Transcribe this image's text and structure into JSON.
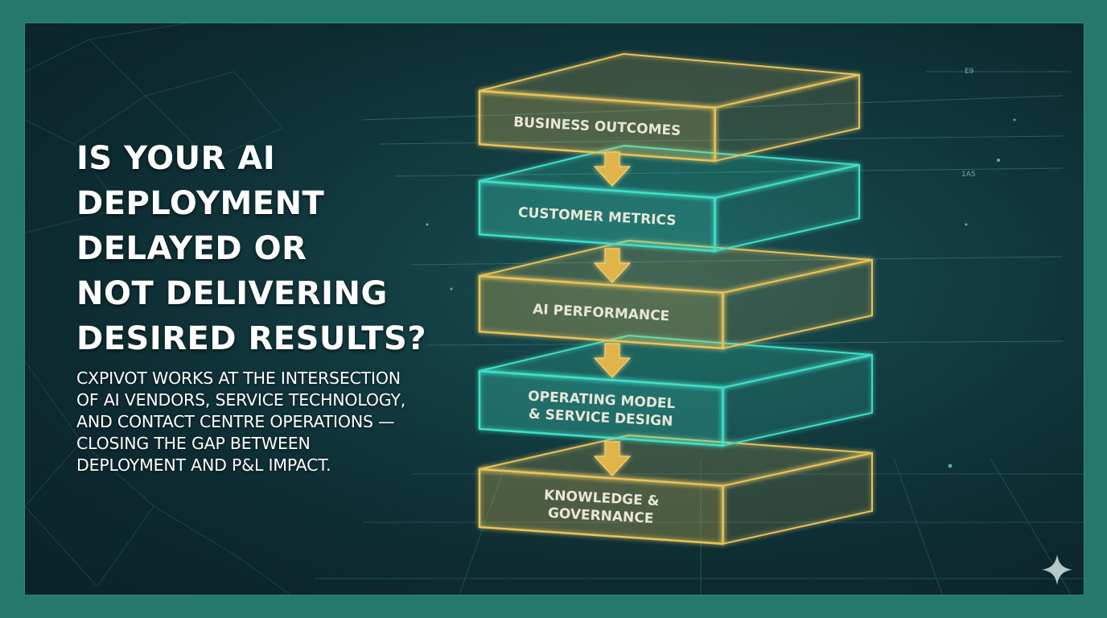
{
  "headline": "IS YOUR AI DEPLOYMENT DELAYED OR NOT DELIVERING DESIRED RESULTS?",
  "headline_lines": [
    "IS YOUR AI",
    "DEPLOYMENT",
    "DELAYED OR",
    "NOT DELIVERING",
    "DESIRED RESULTS?"
  ],
  "subtext_lines": [
    "CXPIVOT WORKS AT THE INTERSECTION",
    "OF AI VENDORS, SERVICE TECHNOLOGY,",
    "AND CONTACT CENTRE OPERATIONS —",
    "CLOSING THE GAP BETWEEN",
    "DEPLOYMENT AND P&L IMPACT."
  ],
  "stack": {
    "layers": [
      {
        "label_lines": [
          "BUSINESS OUTCOMES"
        ],
        "color": "#e8c25a"
      },
      {
        "label_lines": [
          "CUSTOMER METRICS"
        ],
        "color": "#3fe0c8"
      },
      {
        "label_lines": [
          "AI PERFORMANCE"
        ],
        "color": "#e8c25a"
      },
      {
        "label_lines": [
          "OPERATING MODEL",
          "& SERVICE DESIGN"
        ],
        "color": "#3fe0c8"
      },
      {
        "label_lines": [
          "KNOWLEDGE &",
          "GOVERNANCE"
        ],
        "color": "#e8c25a"
      }
    ],
    "arrow_color": "#e0b44a"
  },
  "background_labels": [
    "E9",
    "1A5"
  ],
  "sparkle_icon": "sparkle-icon",
  "colors": {
    "frame": "#24796b",
    "gold": "#e8c25a",
    "teal": "#3fe0c8",
    "background": "#0c2a30"
  }
}
